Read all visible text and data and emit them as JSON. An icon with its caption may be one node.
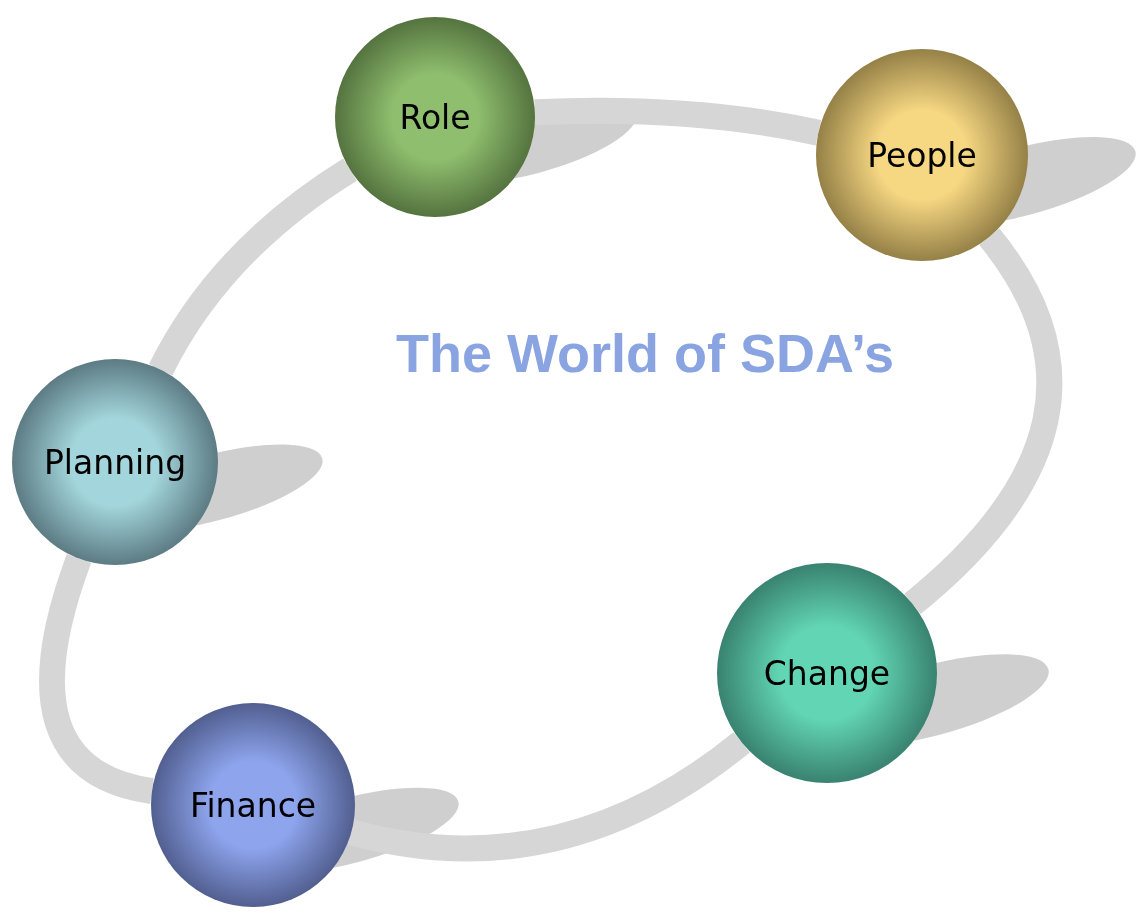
{
  "diagram": {
    "title": "The World of SDA’s",
    "nodes": [
      {
        "text": [
          "Role"
        ]
      },
      {
        "text": [
          "People"
        ]
      },
      {
        "text": [
          "Planning"
        ]
      },
      {
        "text": [
          "Change"
        ]
      },
      {
        "text": [
          "Finance"
        ]
      }
    ],
    "edges": [
      {
        "from": 0,
        "to": 1,
        "arrow": "none"
      },
      {
        "from": 1,
        "to": 3,
        "arrow": "none"
      },
      {
        "from": 3,
        "to": 4,
        "arrow": "none"
      },
      {
        "from": 4,
        "to": 2,
        "arrow": "none"
      },
      {
        "from": 2,
        "to": 0,
        "arrow": "none"
      }
    ]
  }
}
